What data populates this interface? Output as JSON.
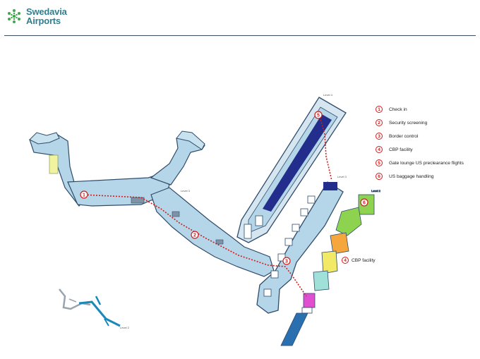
{
  "brand": {
    "name_line1": "Swedavia",
    "name_line2": "Airports",
    "color": "#2f7f8f"
  },
  "legend": {
    "items": [
      {
        "number": "1",
        "label": "Check in"
      },
      {
        "number": "2",
        "label": "Security screening"
      },
      {
        "number": "3",
        "label": "Border control"
      },
      {
        "number": "4",
        "label": "CBP facility"
      },
      {
        "number": "5",
        "label": "Gate lounge US preclearance flights"
      },
      {
        "number": "6",
        "label": "US baggage handling"
      }
    ],
    "marker_color": "#d11c1c"
  },
  "map": {
    "callout_number": "4",
    "callout_label": "CBP facility",
    "route_markers": [
      "1",
      "2",
      "3",
      "5",
      "6"
    ],
    "level_labels": [
      "Level 4",
      "Level 3",
      "Level 3",
      "Level 2",
      "Level 2"
    ],
    "colors": {
      "terminal": "#b5d6e8",
      "outline": "#2f4c6b",
      "pier_dark": "#232d8c",
      "route": "#d11c1c",
      "cbp_green": "#8ed34f",
      "cbp_orange": "#f5a63c",
      "cbp_yellow": "#f2ea66",
      "cbp_magenta": "#e04fcf",
      "gate_blue": "#2a6fb0"
    }
  }
}
